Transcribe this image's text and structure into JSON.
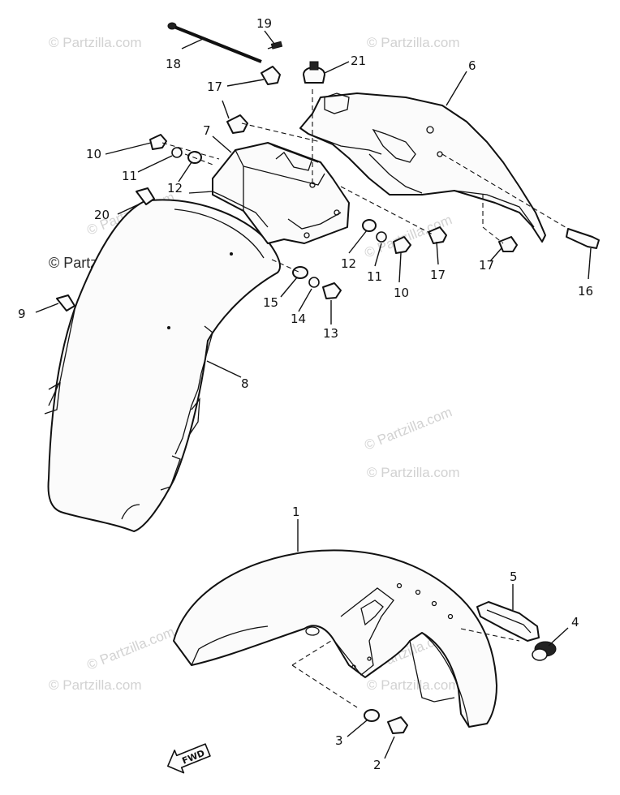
{
  "watermark": "© Partzilla.com",
  "fwd_label": "FWD",
  "callouts": [
    "1",
    "2",
    "3",
    "4",
    "5",
    "6",
    "7",
    "8",
    "9",
    "10",
    "11",
    "12",
    "13",
    "14",
    "15",
    "16",
    "17",
    "18",
    "19",
    "20",
    "21"
  ]
}
